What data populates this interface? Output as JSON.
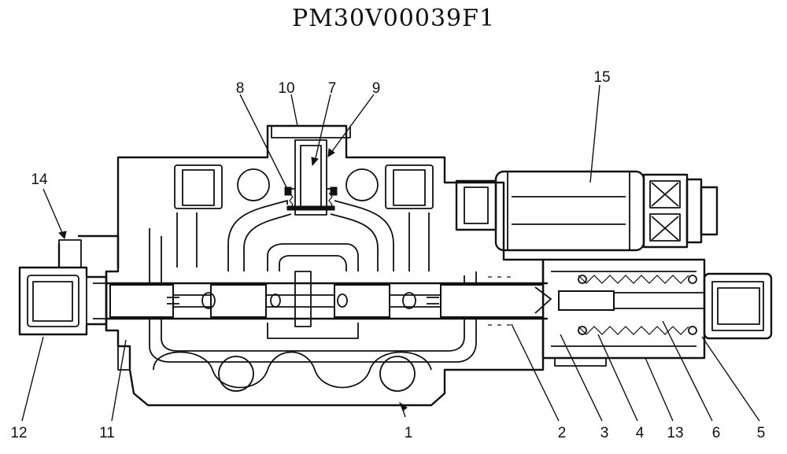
{
  "title": "PM30V00039F1",
  "callouts": [
    {
      "id": "c1",
      "label": "1"
    },
    {
      "id": "c2",
      "label": "2"
    },
    {
      "id": "c3",
      "label": "3"
    },
    {
      "id": "c4",
      "label": "4"
    },
    {
      "id": "c5",
      "label": "5"
    },
    {
      "id": "c6",
      "label": "6"
    },
    {
      "id": "c7",
      "label": "7"
    },
    {
      "id": "c8",
      "label": "8"
    },
    {
      "id": "c9",
      "label": "9"
    },
    {
      "id": "c10",
      "label": "10"
    },
    {
      "id": "c11",
      "label": "11"
    },
    {
      "id": "c12",
      "label": "12"
    },
    {
      "id": "c13",
      "label": "13"
    },
    {
      "id": "c14",
      "label": "14"
    },
    {
      "id": "c15",
      "label": "15"
    }
  ]
}
